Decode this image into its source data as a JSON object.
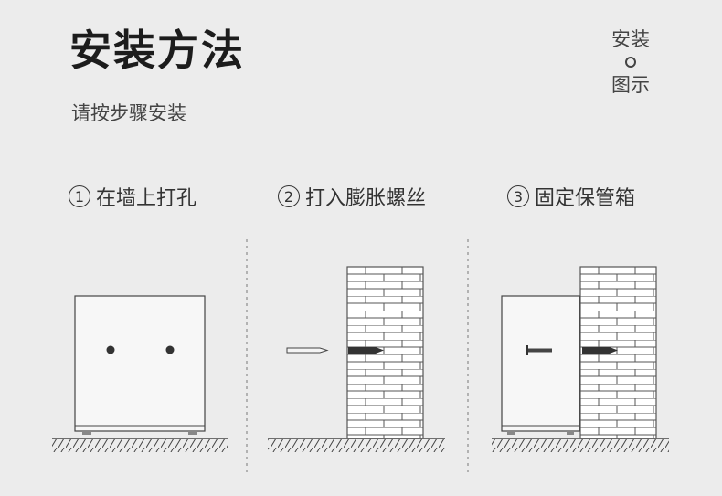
{
  "header": {
    "title": "安装方法",
    "subtitle": "请按步骤安装"
  },
  "corner": {
    "line1": "安装",
    "line2": "图示"
  },
  "steps": [
    {
      "number": "1",
      "label": "在墙上打孔"
    },
    {
      "number": "2",
      "label": "打入膨胀螺丝"
    },
    {
      "number": "3",
      "label": "固定保管箱"
    }
  ],
  "colors": {
    "background": "#ececec",
    "line": "#444444",
    "brick_fill": "#ffffff",
    "box_fill": "#f7f7f7"
  }
}
